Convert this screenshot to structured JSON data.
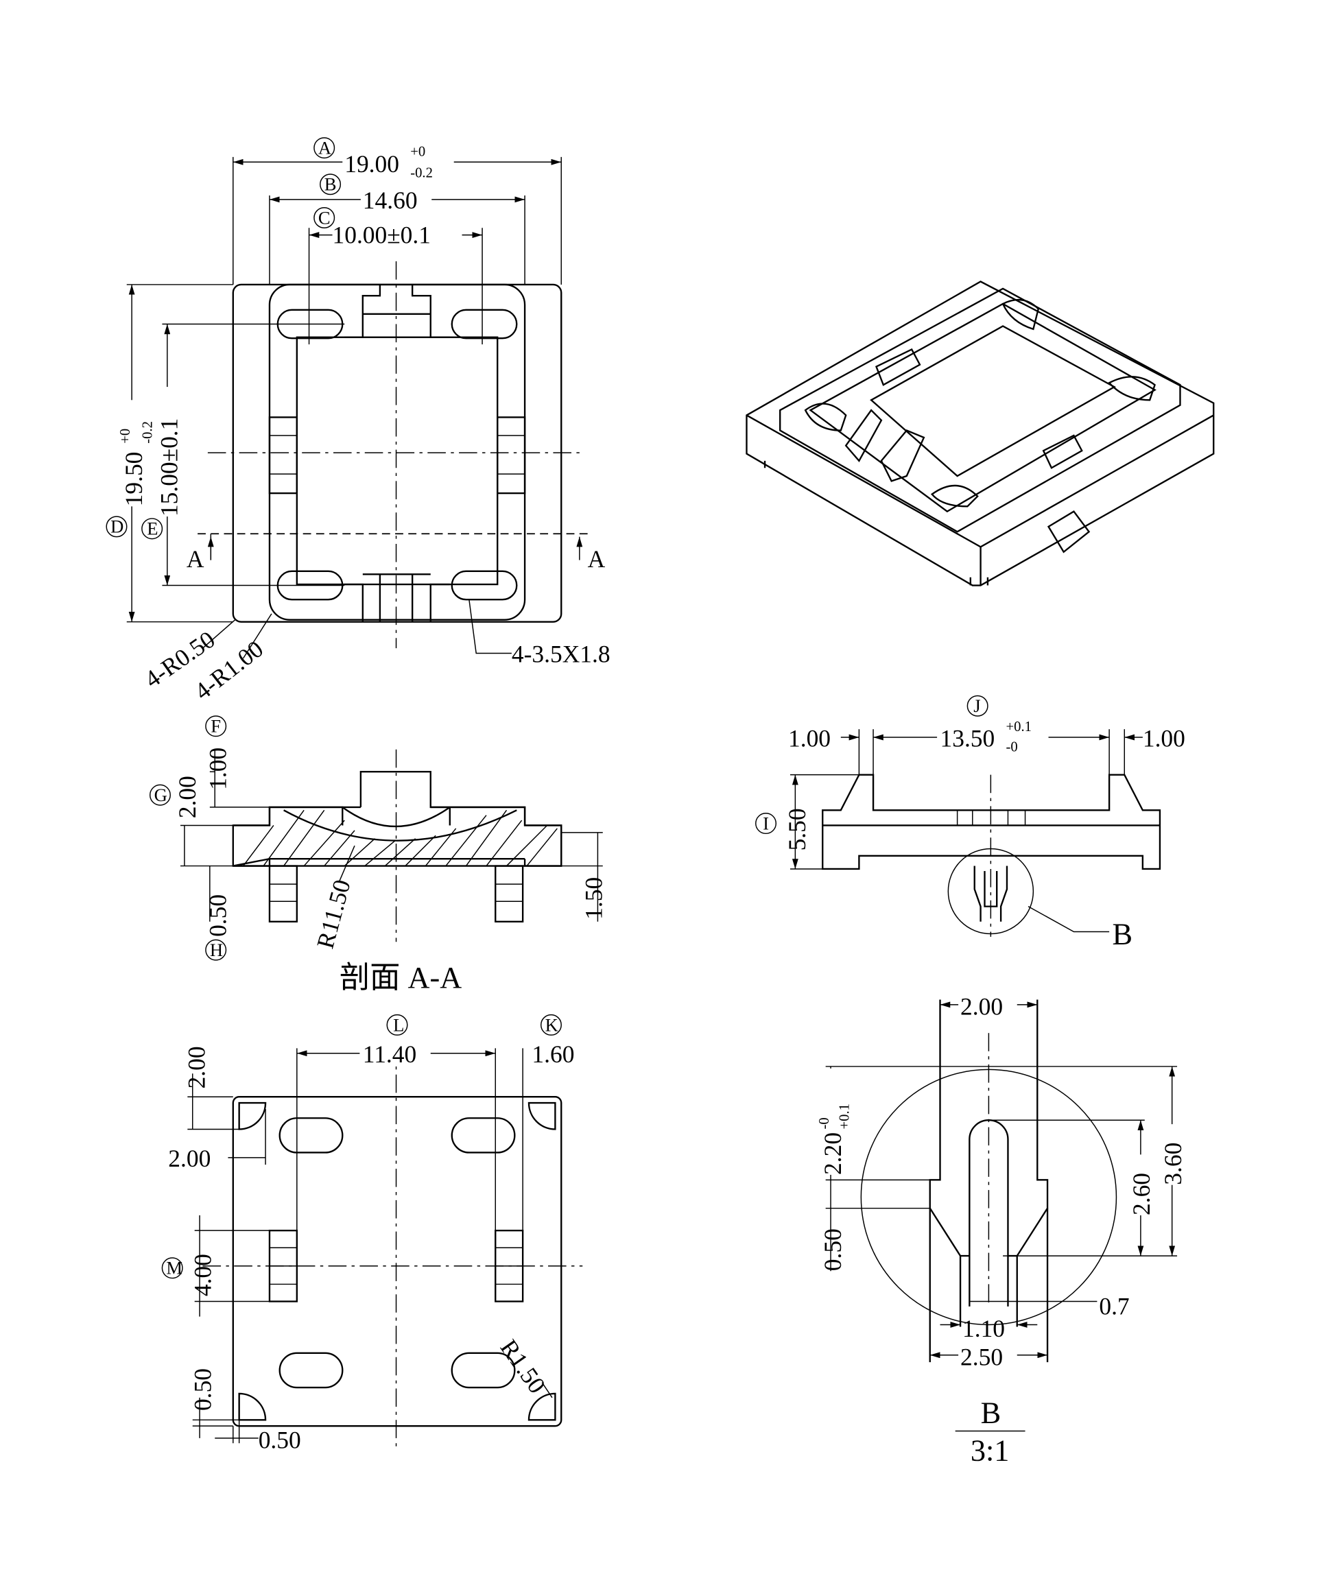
{
  "top_view": {
    "dim_A": {
      "tag": "A",
      "value": "19.00",
      "tol_upper": "+0",
      "tol_lower": "-0.2"
    },
    "dim_B": {
      "tag": "B",
      "value": "14.60"
    },
    "dim_C": {
      "tag": "C",
      "value": "10.00±0.1"
    },
    "dim_D": {
      "tag": "D",
      "value": "19.50",
      "tol_upper": "+0",
      "tol_lower": "-0.2"
    },
    "dim_E": {
      "tag": "E",
      "value": "15.00±0.1"
    },
    "section_mark": "A",
    "radius_outer": "4-R0.50",
    "radius_inner": "4-R1.00",
    "slot_note": "4-3.5X1.8"
  },
  "section_view": {
    "title": "剖面 A-A",
    "dim_F": {
      "tag": "F",
      "value": "1.00"
    },
    "dim_G": {
      "tag": "G",
      "value": "2.00"
    },
    "dim_H": {
      "tag": "H",
      "value": "0.50"
    },
    "radius": "R11.50",
    "pin_len": "1.50"
  },
  "side_view": {
    "dim_J": {
      "tag": "J",
      "value": "13.50",
      "tol_upper": "+0.1",
      "tol_lower": "-0"
    },
    "left_wall": "1.00",
    "right_wall": "1.00",
    "dim_I": {
      "tag": "I",
      "value": "5.50"
    },
    "detail_callout": "B"
  },
  "bottom_view": {
    "dim_L": {
      "tag": "L",
      "value": "11.40"
    },
    "dim_K": {
      "tag": "K",
      "value": "1.60"
    },
    "dim_top": "2.00",
    "dim_left": "2.00",
    "dim_M": {
      "tag": "M",
      "value": "4.00"
    },
    "dim_bottom_v": "0.50",
    "dim_bottom_h": "0.50",
    "radius": "R1.50"
  },
  "detail_B": {
    "width_top": "2.00",
    "height_total": "3.60",
    "slot_height": "2.60",
    "step_height": "2.20",
    "step_tol_upper": "-0",
    "step_tol_lower": "+0.1",
    "chamfer": "0.50",
    "slot_width": "0.7",
    "tip_width": "1.10",
    "base_width": "2.50",
    "label": "B",
    "scale": "3:1"
  }
}
